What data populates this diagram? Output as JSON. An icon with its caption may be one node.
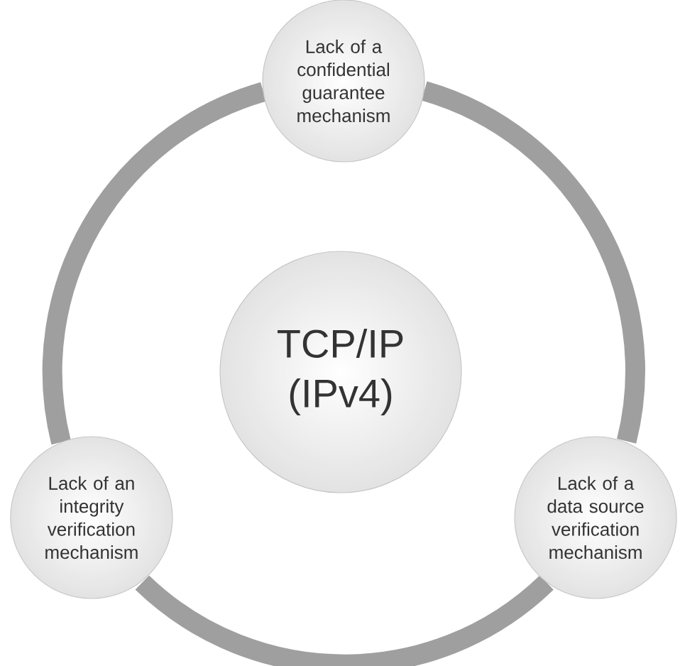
{
  "diagram": {
    "nodes": [
      {
        "text": [
          "Lack of a confidential guarantee mechanism"
        ]
      },
      {
        "text": [
          "TCP/IP (IPv4)"
        ]
      },
      {
        "text": [
          "Lack of an integrity verification mechanism"
        ]
      },
      {
        "text": [
          "Lack of a data source verification mechanism"
        ]
      }
    ],
    "edges": [
      {
        "from": 0,
        "to": 3,
        "arrow": "none"
      },
      {
        "from": 3,
        "to": 2,
        "arrow": "none"
      },
      {
        "from": 2,
        "to": 0,
        "arrow": "none"
      }
    ]
  }
}
